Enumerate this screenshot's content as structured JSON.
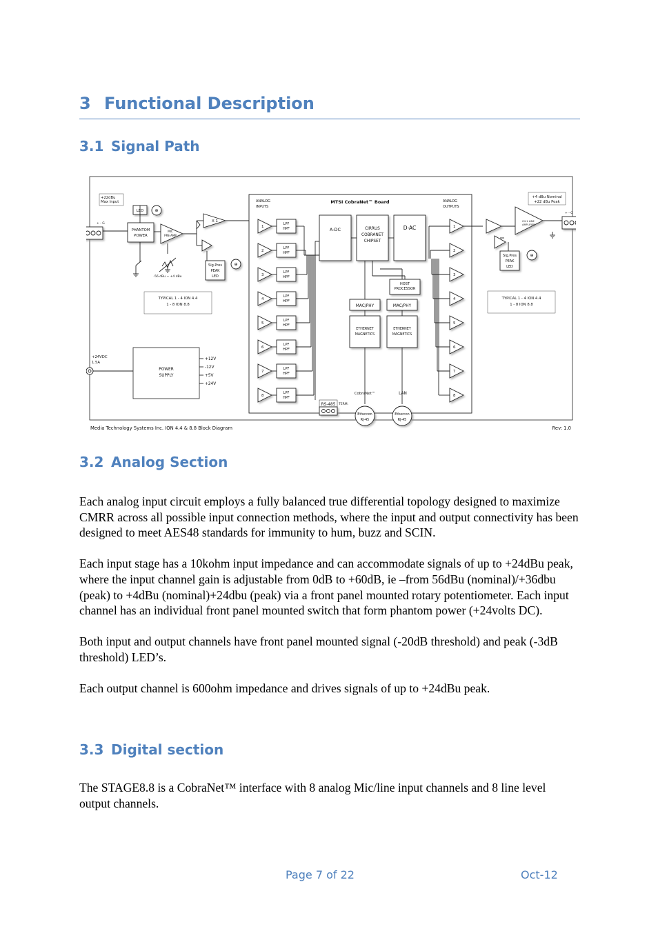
{
  "heading1": {
    "number": "3",
    "title": "Functional Description"
  },
  "sections": [
    {
      "number": "3.1",
      "title": "Signal Path"
    },
    {
      "number": "3.2",
      "title": "Analog Section"
    },
    {
      "number": "3.3",
      "title": "Digital section"
    }
  ],
  "analog_paragraphs": [
    "Each analog input circuit employs a fully balanced true differential topology designed to maximize CMRR across all possible input connection methods, where the input and output connectivity has been designed to meet AES48 standards for immunity to hum, buzz and SCIN.",
    "Each input stage has a 10kohm input impedance and can accommodate signals of up to +24dBu peak, where the input channel gain is adjustable from 0dB to +60dB, ie –from 56dBu (nominal)/+36dbu (peak) to +4dBu (nominal)+24dbu (peak) via a front panel mounted rotary potentiometer. Each input channel has an individual front panel mounted switch that form phantom power (+24volts DC).",
    "Both input and output channels have front panel mounted signal (-20dB threshold) and peak (-3dB threshold) LED’s.",
    "Each output channel is 600ohm impedance and drives signals of up to +24dBu peak."
  ],
  "digital_paragraphs": [
    "The STAGE8.8 is a CobraNet™ interface with 8 analog Mic/line input channels and 8 line level output channels."
  ],
  "diagram": {
    "max_input": [
      "+22dBu",
      "Max Input"
    ],
    "led": "LED",
    "phantom": [
      "PHANTOM",
      "POWER"
    ],
    "preamp": [
      "MIC",
      "PRE-AMP"
    ],
    "x1": "X 1",
    "gain_range": "-56 dBu ~ +4 dBu",
    "sig_pres_in": [
      "Sig.Pres",
      "PEAK",
      "LED"
    ],
    "typical_left": [
      "TYPICAL 1 - 4   ION 4.4",
      "1 - 8   ION 8.8"
    ],
    "typical_right": [
      "TYPICAL 1 - 4   ION 4.4",
      "1 - 8   ION 8.8"
    ],
    "power_in": [
      "+24VDC",
      "1.5A"
    ],
    "power_supply": [
      "POWER",
      "SUPPLY"
    ],
    "rails": [
      "+12V",
      "-12V",
      "+5V",
      "+24V"
    ],
    "analog_inputs": [
      "ANALOG",
      "INPUTS"
    ],
    "board_title": "MTSI CobraNet™ Board",
    "analog_outputs": [
      "ANALOG",
      "OUTPUTS"
    ],
    "filter": [
      "LPF",
      "HPF"
    ],
    "channels": [
      "1",
      "2",
      "3",
      "4",
      "5",
      "6",
      "7",
      "8"
    ],
    "adc": "A-DC",
    "dac": "D-AC",
    "chipset": [
      "CIRRUS",
      "COBRANET",
      "CHIPSET"
    ],
    "host": [
      "HOST",
      "PROCESSOR"
    ],
    "macphy": "MAC/PHY",
    "magnetics": [
      "ETHERNET",
      "MAGNETICS"
    ],
    "rs485": "RS-485",
    "term": "TERM.",
    "cobranet": "CobraNet™",
    "lan": "LAN",
    "ethercon": [
      "Ethercon",
      "RJ-45"
    ],
    "out_level": [
      "+4 dBu Nominal",
      "+22 dBu Peak"
    ],
    "line_amp": [
      "CH.1 LINE",
      "AMPLIFIER"
    ],
    "sig_pres_out": [
      "Sig.Pres",
      "PEAK",
      "LED"
    ],
    "connector_pins": "+ -  G",
    "footer_left": "Media Technology Systems Inc.  ION 4.4 & 8.8 Block Diagram",
    "footer_right": "Rev: 1.0"
  },
  "footer": {
    "page": "Page 7 of 22",
    "date": "Oct-12"
  }
}
